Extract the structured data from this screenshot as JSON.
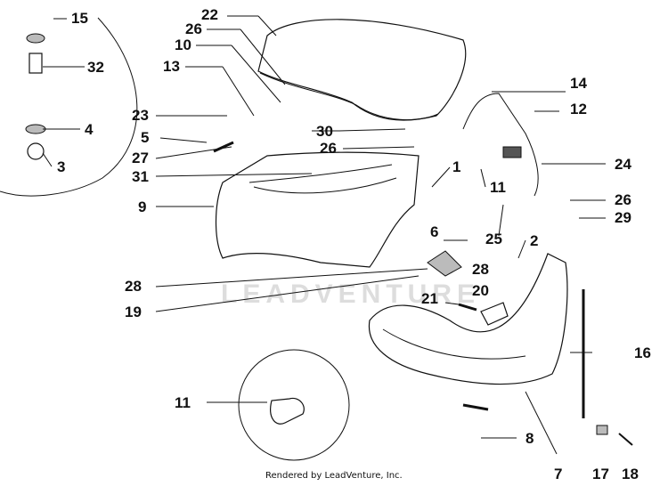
{
  "callouts": {
    "c1": "1",
    "c2": "2",
    "c3": "3",
    "c4": "4",
    "c5": "5",
    "c6": "6",
    "c7": "7",
    "c8": "8",
    "c9": "9",
    "c10": "10",
    "c11a": "11",
    "c11b": "11",
    "c12": "12",
    "c13": "13",
    "c14": "14",
    "c15": "15",
    "c16": "16",
    "c17": "17",
    "c18": "18",
    "c19": "19",
    "c20": "20",
    "c21": "21",
    "c22": "22",
    "c23": "23",
    "c24": "24",
    "c25": "25",
    "c26a": "26",
    "c26b": "26",
    "c26c": "26",
    "c27": "27",
    "c28": "28",
    "c29": "29",
    "c30": "30",
    "c31": "31",
    "c32": "32"
  },
  "watermark": "LEADVENTURE",
  "footer": "Rendered by LeadVenture, Inc."
}
